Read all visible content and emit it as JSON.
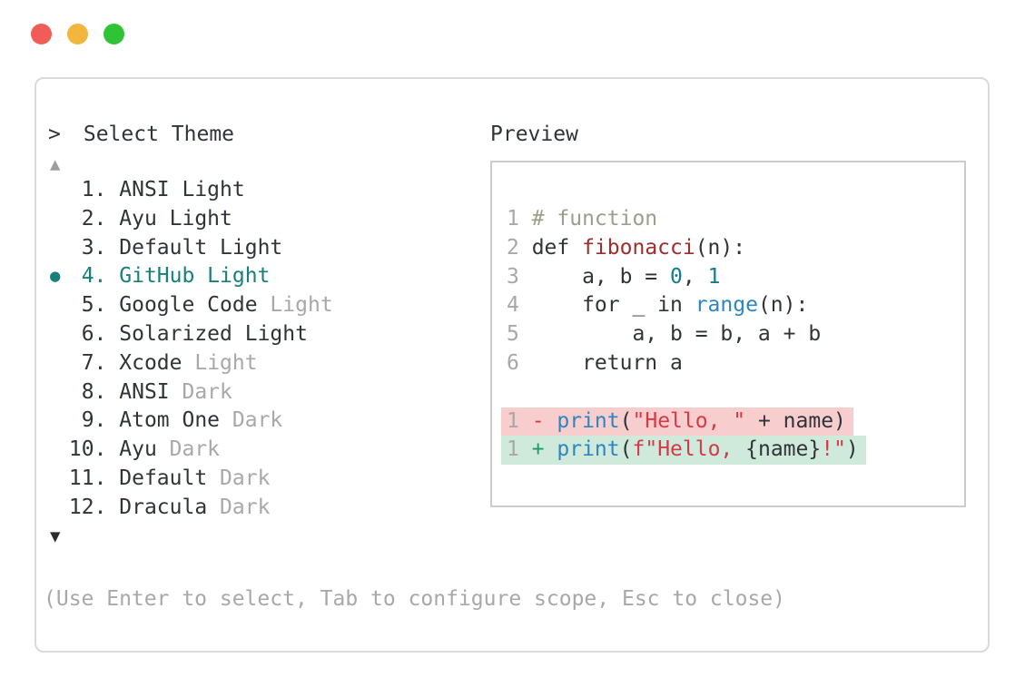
{
  "palette": {
    "c-plain": "#2f343a",
    "c-muted": "#a8a8a8",
    "c-ln": "#a8a8a8",
    "c-teal": "#17807b",
    "c-comment": "#9c9e8d",
    "c-func": "#a12c2c",
    "c-num": "#0f7e8c",
    "c-builtin": "#2e86c1",
    "c-string": "#d63a49",
    "c-plus": "#1f9a62",
    "bg-removed": "#f8cdcd",
    "bg-added": "#cfe9da",
    "light-red": "#f15c56",
    "light-yellow": "#f0b63d",
    "light-green": "#2ec435"
  },
  "window": {
    "header": {
      "prompt": ">",
      "title": "Select Theme"
    },
    "scroll_up_glyph": "▲",
    "scroll_down_glyph": "▼",
    "footer_hint": "(Use Enter to select, Tab to configure scope, Esc to close)"
  },
  "theme_list": {
    "selected_index": 3,
    "bullet_glyph": "●",
    "items": [
      {
        "num": "1.",
        "name": "ANSI Light",
        "muted": ""
      },
      {
        "num": "2.",
        "name": "Ayu Light",
        "muted": ""
      },
      {
        "num": "3.",
        "name": "Default Light",
        "muted": ""
      },
      {
        "num": "4.",
        "name": "GitHub Light",
        "muted": ""
      },
      {
        "num": "5.",
        "name": "Google Code",
        "muted": " Light"
      },
      {
        "num": "6.",
        "name": "Solarized Light",
        "muted": ""
      },
      {
        "num": "7.",
        "name": "Xcode",
        "muted": " Light"
      },
      {
        "num": "8.",
        "name": "ANSI",
        "muted": " Dark"
      },
      {
        "num": "9.",
        "name": "Atom One",
        "muted": " Dark"
      },
      {
        "num": "10.",
        "name": "Ayu",
        "muted": " Dark"
      },
      {
        "num": "11.",
        "name": "Default",
        "muted": " Dark"
      },
      {
        "num": "12.",
        "name": "Dracula",
        "muted": " Dark"
      }
    ]
  },
  "preview": {
    "label": "Preview",
    "code_lines": [
      {
        "ln": "1",
        "tokens": [
          [
            "comment",
            "# function"
          ]
        ]
      },
      {
        "ln": "2",
        "tokens": [
          [
            "plain",
            "def "
          ],
          [
            "func",
            "fibonacci"
          ],
          [
            "plain",
            "(n):"
          ]
        ]
      },
      {
        "ln": "3",
        "tokens": [
          [
            "plain",
            "    a, b = "
          ],
          [
            "num",
            "0"
          ],
          [
            "plain",
            ", "
          ],
          [
            "num",
            "1"
          ]
        ]
      },
      {
        "ln": "4",
        "tokens": [
          [
            "plain",
            "    for _ in "
          ],
          [
            "builtin",
            "range"
          ],
          [
            "plain",
            "(n):"
          ]
        ]
      },
      {
        "ln": "5",
        "tokens": [
          [
            "plain",
            "        a, b = b, a + b"
          ]
        ]
      },
      {
        "ln": "6",
        "tokens": [
          [
            "plain",
            "    return a"
          ]
        ]
      }
    ],
    "diff_lines": [
      {
        "ln": "1",
        "kind": "removed",
        "tokens": [
          [
            "minus",
            "- "
          ],
          [
            "builtin",
            "print"
          ],
          [
            "plain",
            "("
          ],
          [
            "string",
            "\"Hello, \""
          ],
          [
            "plain",
            " + name)"
          ]
        ]
      },
      {
        "ln": "1",
        "kind": "added",
        "tokens": [
          [
            "plus",
            "+ "
          ],
          [
            "builtin",
            "print"
          ],
          [
            "plain",
            "("
          ],
          [
            "string",
            "f\"Hello, "
          ],
          [
            "plain",
            "{name}"
          ],
          [
            "string",
            "!\""
          ],
          [
            "plain",
            ")"
          ]
        ]
      }
    ]
  }
}
